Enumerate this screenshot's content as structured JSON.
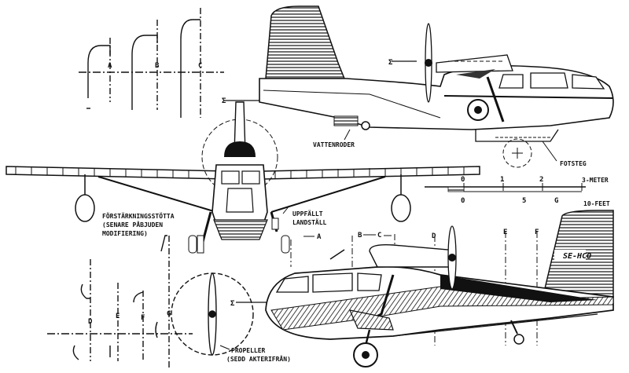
{
  "labels": {
    "vattenroder": "VATTENRODER",
    "fotsteg": "FOTSTEG",
    "forstarkning": [
      "FÖRSTÄRKNINGSSTÖTTA",
      "(SENARE PÅBJUDEN",
      "MODIFIERING)"
    ],
    "uppfallt": [
      "UPPFÄLLT",
      "LANDSTÄLL"
    ],
    "propeller": [
      "PROPELLER",
      "(SEDD AKTERIFRÅN)"
    ],
    "registration": "SE-HCO"
  },
  "section_letters": {
    "top_sections": [
      "A",
      "B",
      "C"
    ],
    "front_view_refs": [
      "A",
      "B",
      "C",
      "D",
      "E",
      "F"
    ],
    "bottom_sections": [
      "D",
      "E",
      "F",
      "G"
    ],
    "datum_marks": [
      "Σ",
      "Σ",
      "Σ"
    ]
  },
  "scale": {
    "meter_ticks": [
      "0",
      "1",
      "2"
    ],
    "meter_unit": "3-METER",
    "feet_ticks": [
      "0",
      "5"
    ],
    "feet_mark": "G",
    "feet_unit": "10-FEET"
  },
  "colors": {
    "ink": "#111111",
    "paper": "#ffffff",
    "shade": "#444444"
  }
}
